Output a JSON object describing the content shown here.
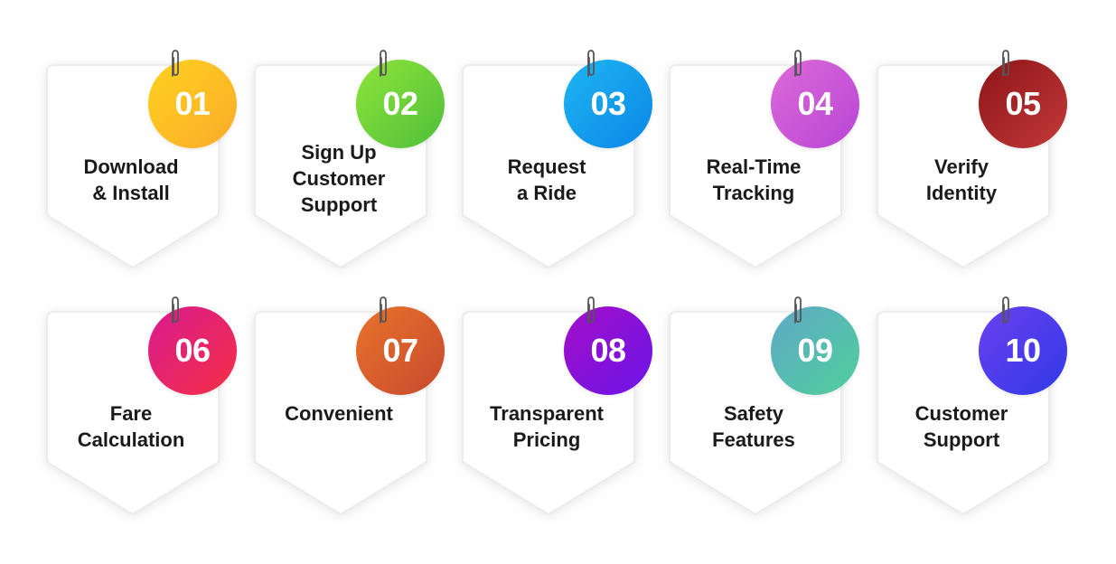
{
  "steps": [
    {
      "number": "01",
      "label": "Download\n& Install",
      "gradient": [
        "#ffd21f",
        "#fbab2a"
      ]
    },
    {
      "number": "02",
      "label": "Sign Up\nCustomer\nSupport",
      "gradient": [
        "#8fe43a",
        "#4fbf3b"
      ]
    },
    {
      "number": "03",
      "label": "Request\na Ride",
      "gradient": [
        "#1fb6f2",
        "#0a86e6"
      ]
    },
    {
      "number": "04",
      "label": "Real-Time\nTracking",
      "gradient": [
        "#de6ad8",
        "#b845d6"
      ]
    },
    {
      "number": "05",
      "label": "Verify\nIdentity",
      "gradient": [
        "#8e1418",
        "#c23a3a"
      ]
    },
    {
      "number": "06",
      "label": "Fare\nCalculation",
      "gradient": [
        "#d81b8f",
        "#f52f45"
      ]
    },
    {
      "number": "07",
      "label": "Convenient",
      "gradient": [
        "#e8742c",
        "#c8492d"
      ]
    },
    {
      "number": "08",
      "label": "Transparent\nPricing",
      "gradient": [
        "#a40fc8",
        "#6a14e8"
      ]
    },
    {
      "number": "09",
      "label": "Safety\nFeatures",
      "gradient": [
        "#5fa8c8",
        "#4fd09a"
      ]
    },
    {
      "number": "10",
      "label": "Customer\nSupport",
      "gradient": [
        "#6c3ff0",
        "#2f3ae6"
      ]
    }
  ]
}
